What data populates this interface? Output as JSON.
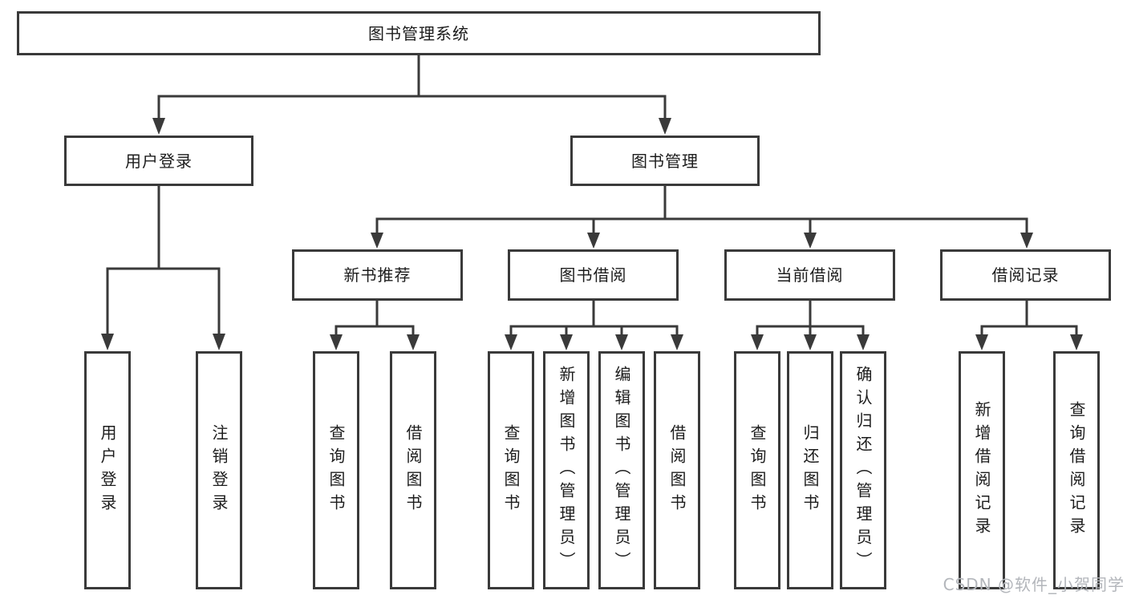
{
  "tree": {
    "root": "图书管理系统",
    "branches": [
      {
        "label": "用户登录",
        "leaves": [
          "用户登录",
          "注销登录"
        ]
      },
      {
        "label": "图书管理",
        "sections": [
          {
            "label": "新书推荐",
            "leaves": [
              "查询图书",
              "借阅图书"
            ]
          },
          {
            "label": "图书借阅",
            "leaves": [
              "查询图书",
              "新增图书（管理员）",
              "编辑图书（管理员）",
              "借阅图书"
            ]
          },
          {
            "label": "当前借阅",
            "leaves": [
              "查询图书",
              "归还图书",
              "确认归还（管理员）"
            ]
          },
          {
            "label": "借阅记录",
            "leaves": [
              "新增借阅记录",
              "查询借阅记录"
            ]
          }
        ]
      }
    ]
  },
  "watermark": "CSDN @软件_小贺同学",
  "colors": {
    "line": "#3a3a3a",
    "text": "#1c1c1c",
    "watermark": "#b3b6bb",
    "background": "#ffffff"
  }
}
